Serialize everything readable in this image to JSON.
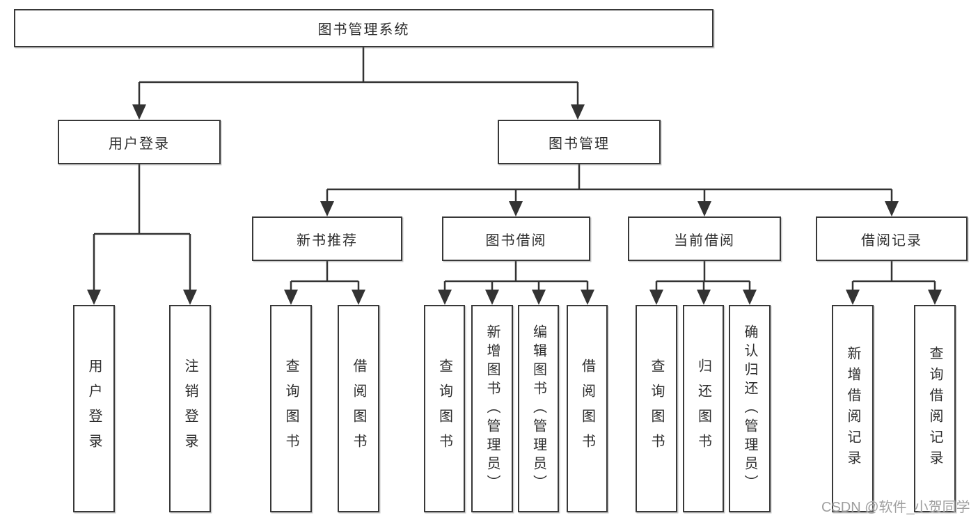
{
  "diagram": {
    "root": {
      "label": "图书管理系统"
    },
    "branches": [
      {
        "label": "用户登录",
        "children": [
          {
            "label": "用户登录"
          },
          {
            "label": "注销登录"
          }
        ]
      },
      {
        "label": "图书管理",
        "sections": [
          {
            "label": "新书推荐",
            "children": [
              {
                "label": "查询图书"
              },
              {
                "label": "借阅图书"
              }
            ]
          },
          {
            "label": "图书借阅",
            "children": [
              {
                "label": "查询图书"
              },
              {
                "label": "新增图书（管理员）"
              },
              {
                "label": "编辑图书（管理员）"
              },
              {
                "label": "借阅图书"
              }
            ]
          },
          {
            "label": "当前借阅",
            "children": [
              {
                "label": "查询图书"
              },
              {
                "label": "归还图书"
              },
              {
                "label": "确认归还（管理员）"
              }
            ]
          },
          {
            "label": "借阅记录",
            "children": [
              {
                "label": "新增借阅记录"
              },
              {
                "label": "查询借阅记录"
              }
            ]
          }
        ]
      }
    ]
  },
  "watermark": "CSDN @软件_小贺同学",
  "colors": {
    "line": "#333333",
    "border": "#383838",
    "text": "#2e2e2e",
    "watermark": "#9f9f9f",
    "background": "#ffffff"
  }
}
